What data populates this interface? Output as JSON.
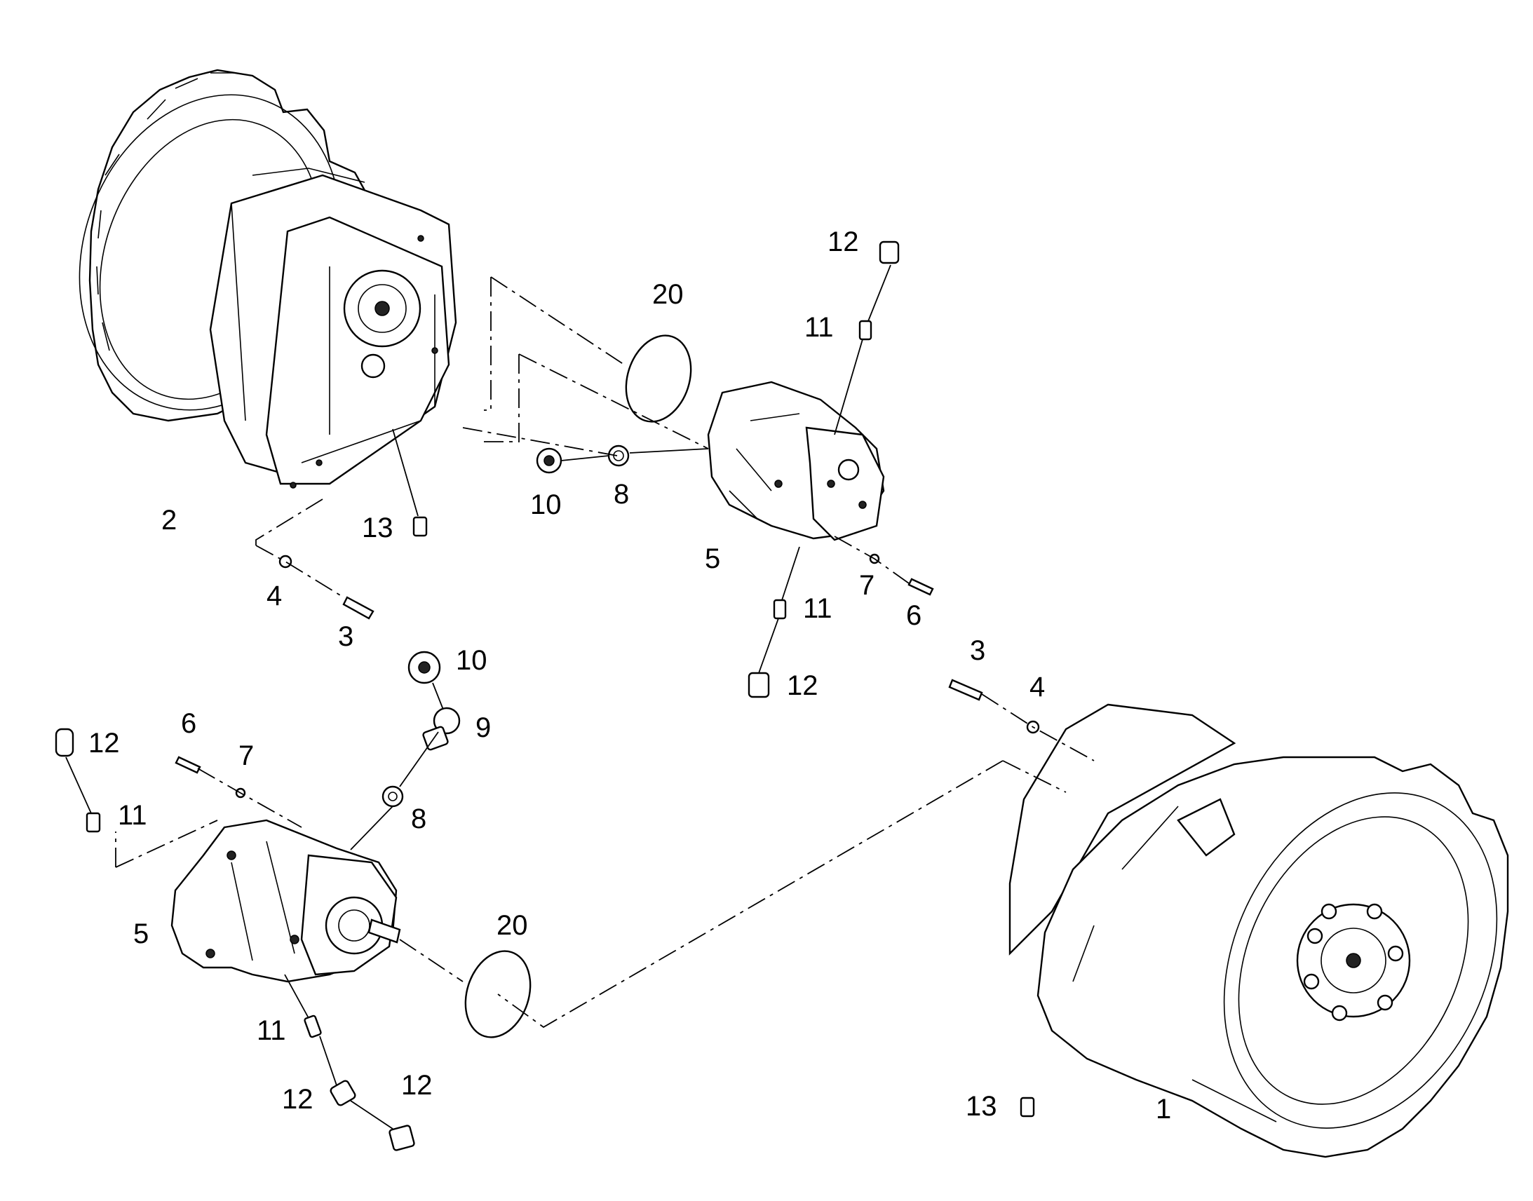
{
  "callouts": {
    "c1": "1",
    "c2": "2",
    "c3a": "3",
    "c3b": "3",
    "c4a": "4",
    "c4b": "4",
    "c5a": "5",
    "c5b": "5",
    "c6a": "6",
    "c6b": "6",
    "c7a": "7",
    "c7b": "7",
    "c8a": "8",
    "c8b": "8",
    "c9": "9",
    "c10a": "10",
    "c10b": "10",
    "c11a": "11",
    "c11b": "11",
    "c11c": "11",
    "c11d": "11",
    "c12a": "12",
    "c12b": "12",
    "c12c": "12",
    "c12d": "12",
    "c12e": "12",
    "c13a": "13",
    "c13b": "13",
    "c20a": "20",
    "c20b": "20"
  }
}
